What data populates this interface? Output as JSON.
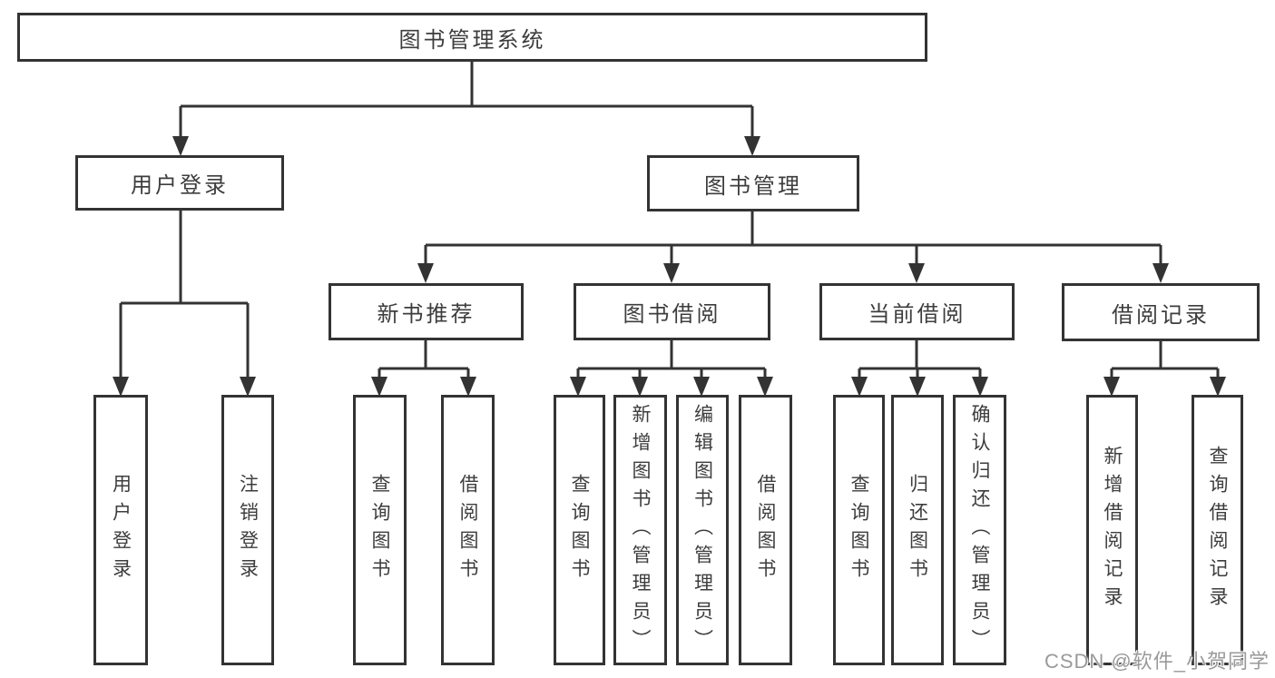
{
  "diagram": {
    "nodes": {
      "root": "图书管理系统",
      "user_login": "用户登录",
      "book_management": "图书管理",
      "new_book_recommend": "新书推荐",
      "book_borrowing": "图书借阅",
      "current_borrowing": "当前借阅",
      "borrowing_records": "借阅记录",
      "user_login_leaf": "用户登录",
      "logout_leaf": "注销登录",
      "rec_query_books": "查询图书",
      "rec_borrow_books": "借阅图书",
      "bb_query_books": "查询图书",
      "bb_add_books_admin": "新增图书（管理员）",
      "bb_edit_books_admin": "编辑图书（管理员）",
      "bb_borrow_books": "借阅图书",
      "cb_query_books": "查询图书",
      "cb_return_books": "归还图书",
      "cb_confirm_return_admin": "确认归还（管理员）",
      "br_add_record": "新增借阅记录",
      "br_query_record": "查询借阅记录"
    }
  },
  "watermark": "CSDN @软件_小贺同学",
  "colors": {
    "line": "#333333",
    "box_fill": "#ffffff",
    "text": "#3d3d3d",
    "watermark": "#9a9a9a"
  }
}
